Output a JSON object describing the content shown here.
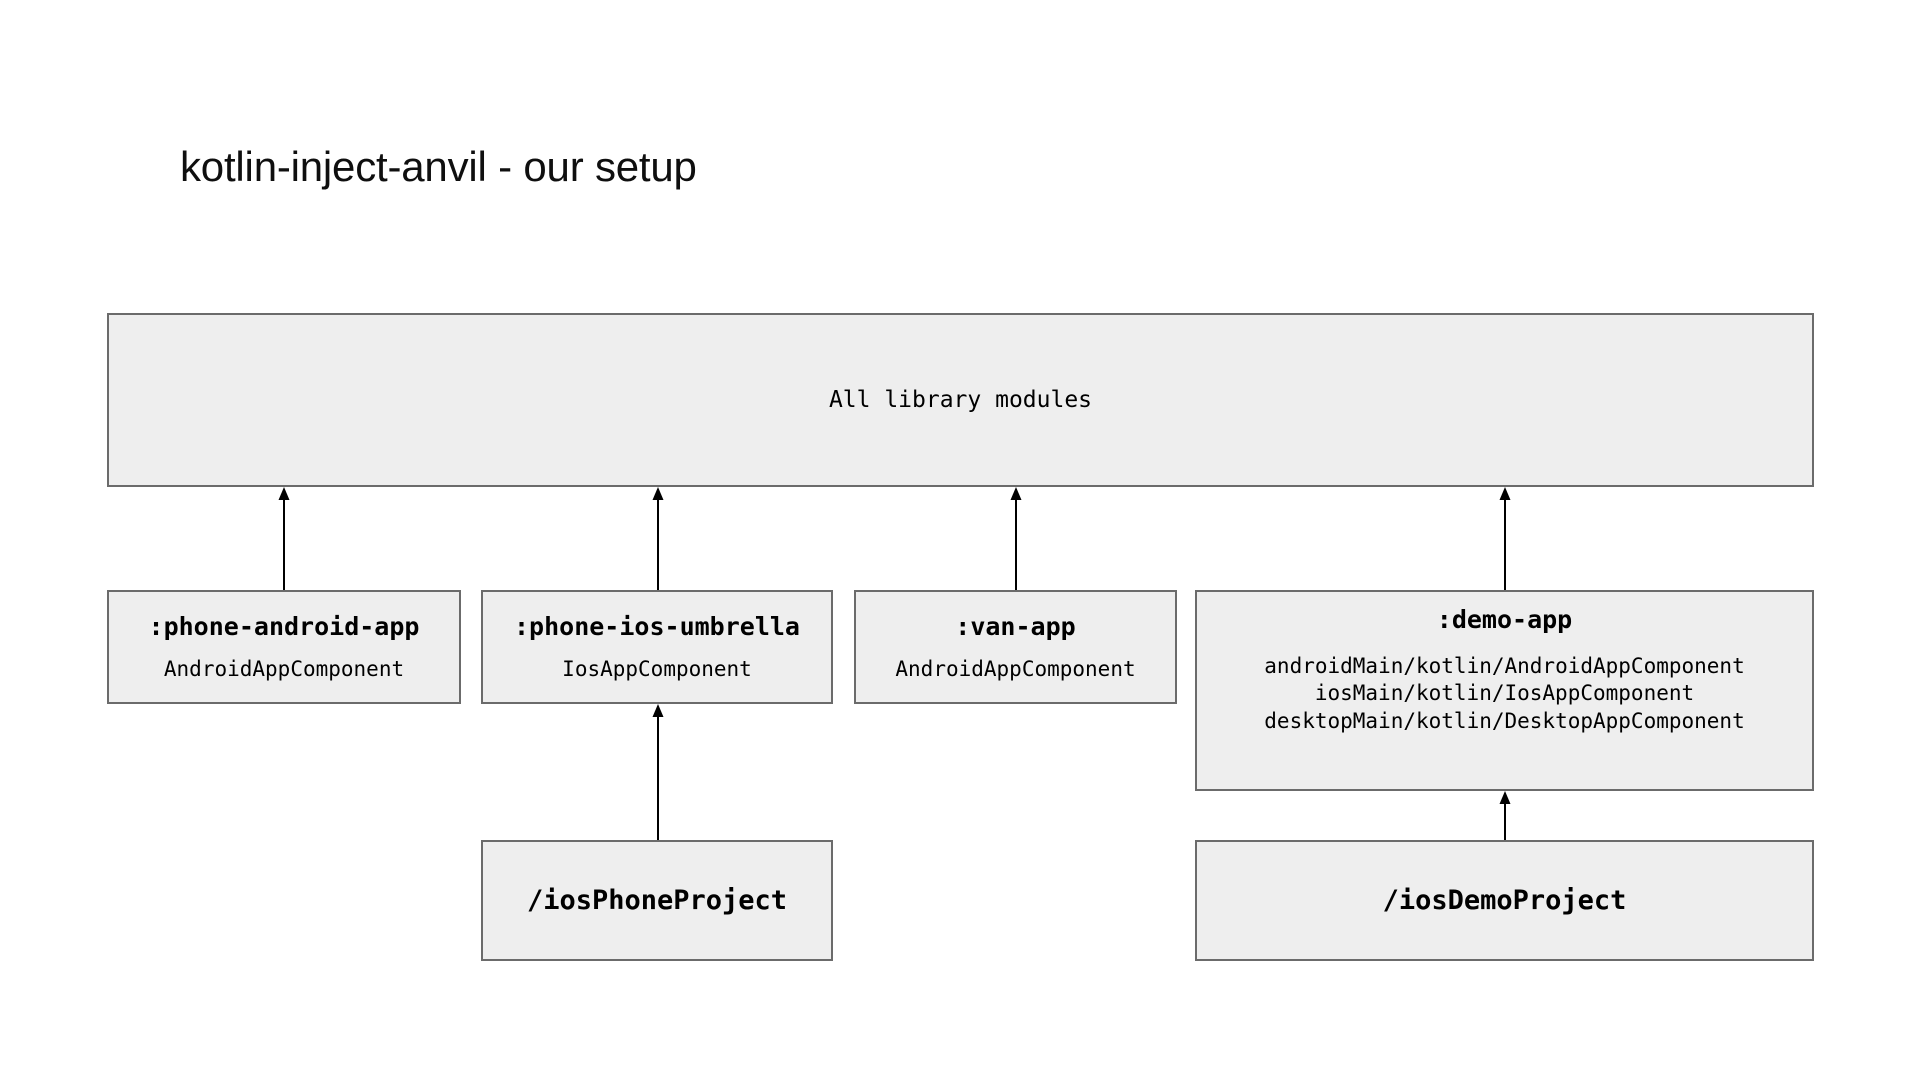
{
  "slide": {
    "title": "kotlin-inject-anvil - our setup",
    "background_color": "#ffffff",
    "box_fill_color": "#eeeeee",
    "box_border_color": "#6b6b6b",
    "text_color": "#000000"
  },
  "nodes": {
    "library": {
      "label": "All library modules"
    },
    "phone_android_app": {
      "title": ":phone-android-app",
      "component": "AndroidAppComponent"
    },
    "phone_ios_umbrella": {
      "title": ":phone-ios-umbrella",
      "component": "IosAppComponent"
    },
    "van_app": {
      "title": ":van-app",
      "component": "AndroidAppComponent"
    },
    "demo_app": {
      "title": ":demo-app",
      "line1": "androidMain/kotlin/AndroidAppComponent",
      "line2": "iosMain/kotlin/IosAppComponent",
      "line3": "desktopMain/kotlin/DesktopAppComponent"
    },
    "ios_phone_project": {
      "title": "/iosPhoneProject"
    },
    "ios_demo_project": {
      "title": "/iosDemoProject"
    }
  },
  "arrows": [
    {
      "name": "phone-android-app-to-library"
    },
    {
      "name": "phone-ios-umbrella-to-library"
    },
    {
      "name": "van-app-to-library"
    },
    {
      "name": "demo-app-to-library"
    },
    {
      "name": "ios-phone-project-to-phone-ios-umbrella"
    },
    {
      "name": "ios-demo-project-to-demo-app"
    }
  ]
}
